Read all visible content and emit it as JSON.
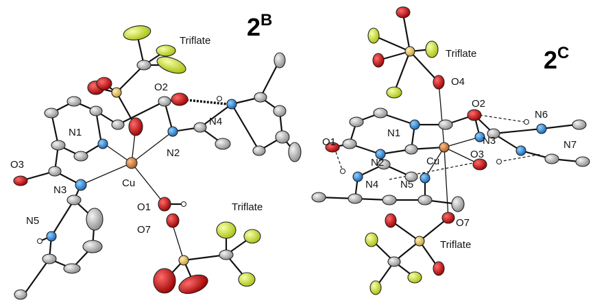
{
  "panels": [
    {
      "id": "left",
      "title_main": "2",
      "title_sup": "B",
      "labels": {
        "triflate_top": "Triflate",
        "triflate_bottom": "Triflate",
        "N1": "N1",
        "N2": "N2",
        "N3": "N3",
        "N4": "N4",
        "N5": "N5",
        "O1": "O1",
        "O2": "O2",
        "O3": "O3",
        "O7": "O7",
        "Cu": "Cu"
      }
    },
    {
      "id": "right",
      "title_main": "2",
      "title_sup": "C",
      "labels": {
        "triflate_top": "Triflate",
        "triflate_bottom": "Triflate",
        "N1": "N1",
        "N2": "N2",
        "N3": "N3",
        "N4": "N4",
        "N5": "N5",
        "N6": "N6",
        "N7": "N7",
        "O1": "O1",
        "O2": "O2",
        "O3": "O3",
        "O4": "O4",
        "O7": "O7",
        "Cu": "Cu"
      }
    }
  ],
  "colors": {
    "carbon": "#bdbdbd",
    "nitrogen": "#2f8fe6",
    "oxygen": "#d41414",
    "fluorine": "#d8ec3a",
    "sulfur": "#e6c86a",
    "copper": "#d58a4a",
    "hydrogen": "#ffffff"
  }
}
